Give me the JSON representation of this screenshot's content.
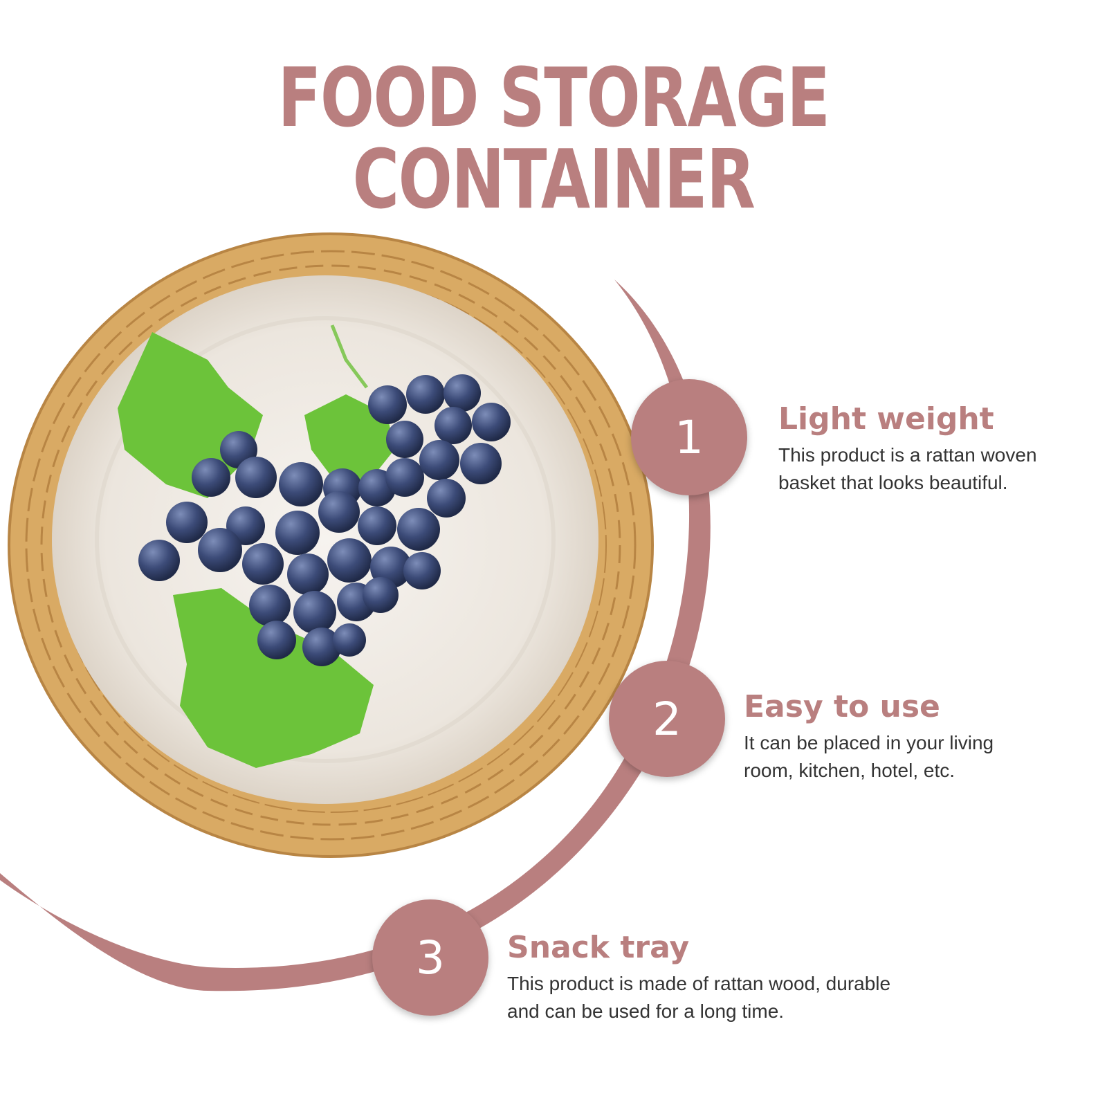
{
  "colors": {
    "accent": "#b97f7f",
    "background": "#ffffff",
    "rattan": "#d9aa64",
    "rattan_dark": "#b88544",
    "liner": "#eee9e3",
    "grape": "#3a4a78",
    "leaf": "#6cc33a"
  },
  "title": "FOOD STORAGE CONTAINER",
  "product_image": "woven rattan basket with cloth liner holding a bunch of grapes and grape leaves",
  "features": [
    {
      "number": "1",
      "title": "Light weight",
      "desc_line1": "This product is a rattan woven",
      "desc_line2": "basket that looks beautiful."
    },
    {
      "number": "2",
      "title": "Easy to use",
      "desc_line1": "It can be placed in your living",
      "desc_line2": "room, kitchen, hotel, etc."
    },
    {
      "number": "3",
      "title": "Snack tray",
      "desc_line1": "This product is made of rattan wood, durable",
      "desc_line2": "and can be used for a long time."
    }
  ]
}
